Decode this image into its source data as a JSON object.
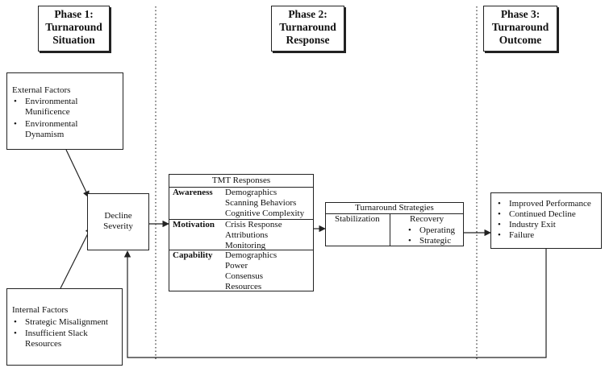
{
  "phases": {
    "p1": {
      "line1": "Phase 1:",
      "line2": "Turnaround",
      "line3": "Situation"
    },
    "p2": {
      "line1": "Phase 2:",
      "line2": "Turnaround",
      "line3": "Response"
    },
    "p3": {
      "line1": "Phase 3:",
      "line2": "Turnaround",
      "line3": "Outcome"
    }
  },
  "external": {
    "title": "External Factors",
    "items": [
      {
        "l1": "Environmental",
        "l2": "Munificence"
      },
      {
        "l1": "Environmental",
        "l2": "Dynamism"
      }
    ]
  },
  "internal": {
    "title": "Internal Factors",
    "items": [
      {
        "l1": "Strategic Misalignment"
      },
      {
        "l1": "Insufficient Slack",
        "l2": "Resources"
      }
    ]
  },
  "decline": {
    "l1": "Decline",
    "l2": "Severity"
  },
  "tmt": {
    "title": "TMT Responses",
    "rows": [
      {
        "label": "Awareness",
        "items": [
          "Demographics",
          "Scanning Behaviors",
          "Cognitive Complexity"
        ]
      },
      {
        "label": "Motivation",
        "items": [
          "Crisis Response",
          "Attributions",
          "Monitoring"
        ]
      },
      {
        "label": "Capability",
        "items": [
          "Demographics",
          "Power",
          "Consensus",
          "Resources"
        ]
      }
    ]
  },
  "strategies": {
    "title": "Turnaround Strategies",
    "stabilization": "Stabilization",
    "recovery": "Recovery",
    "recovery_items": [
      "Operating",
      "Strategic"
    ]
  },
  "outcomes": [
    "Improved Performance",
    "Continued Decline",
    "Industry Exit",
    "Failure"
  ]
}
